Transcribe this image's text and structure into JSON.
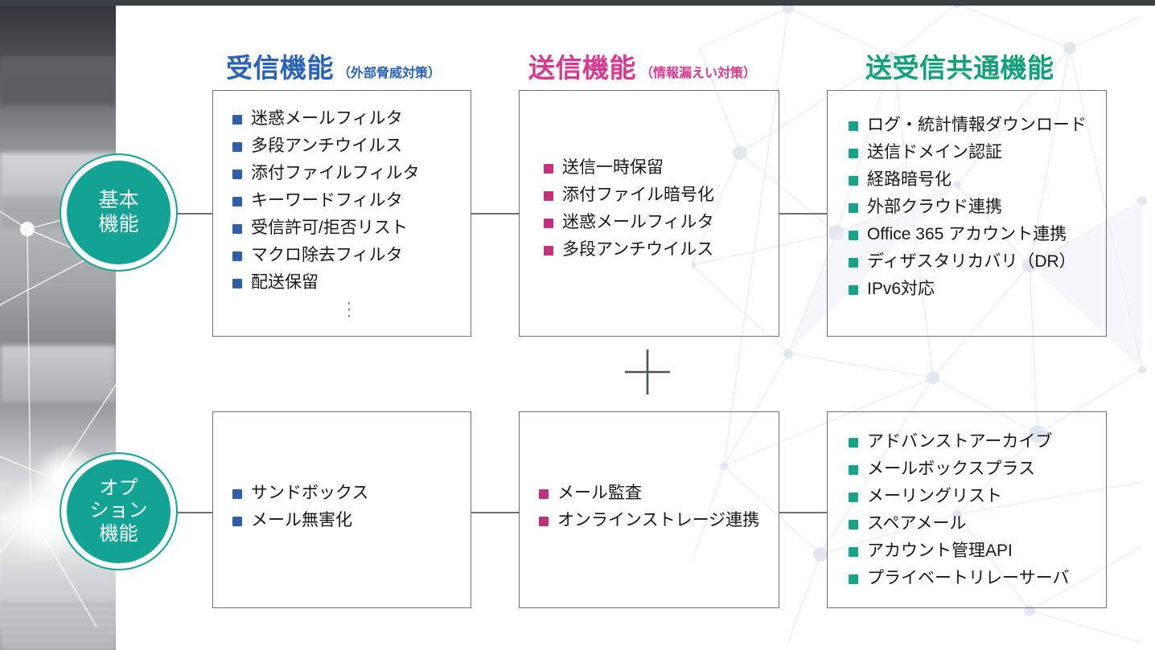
{
  "slide": {
    "title_visible": false,
    "colors": {
      "receive_blue": "#2a62bb",
      "send_pink": "#d8398f",
      "common_green": "#12a079",
      "badge_teal": "#13a394",
      "box_border": "#6e7275",
      "text": "#16181a",
      "top_rule": "#3b3f46"
    }
  },
  "badges": [
    {
      "name": "basic",
      "lines": [
        "基本",
        "機能"
      ]
    },
    {
      "name": "option",
      "lines": [
        "オプ",
        "ション",
        "機能"
      ]
    }
  ],
  "columns": [
    {
      "key": "receive",
      "heading_main": "受信機能",
      "heading_sub": "（外部脅威対策）",
      "accent": "#2a62bb",
      "basic_items": [
        "迷惑メールフィルタ",
        "多段アンチウイルス",
        "添付ファイルフィルタ",
        "キーワードフィルタ",
        "受信許可/拒否リスト",
        "マクロ除去フィルタ",
        "配送保留"
      ],
      "basic_more": "⋮",
      "option_items": [
        "サンドボックス",
        "メール無害化"
      ]
    },
    {
      "key": "send",
      "heading_main": "送信機能",
      "heading_sub": "（情報漏えい対策）",
      "accent": "#d8398f",
      "basic_items": [
        "送信一時保留",
        "添付ファイル暗号化",
        "迷惑メールフィルタ",
        "多段アンチウイルス"
      ],
      "basic_more": "",
      "option_items": [
        "メール監査",
        "オンラインストレージ連携"
      ]
    },
    {
      "key": "common",
      "heading_main": "送受信共通機能",
      "heading_sub": "",
      "accent": "#12a079",
      "basic_items": [
        "ログ・統計情報ダウンロード",
        "送信ドメイン認証",
        "経路暗号化",
        "外部クラウド連携",
        "Office 365 アカウント連携",
        "ディザスタリカバリ（DR）",
        "IPv6対応"
      ],
      "basic_more": "",
      "option_items": [
        "アドバンストアーカイブ",
        "メールボックスプラス",
        "メーリングリスト",
        "スペアメール",
        "アカウント管理API",
        "プライベートリレーサーバ"
      ]
    }
  ],
  "separator": {
    "symbol": "+",
    "name": "plus-sign"
  }
}
